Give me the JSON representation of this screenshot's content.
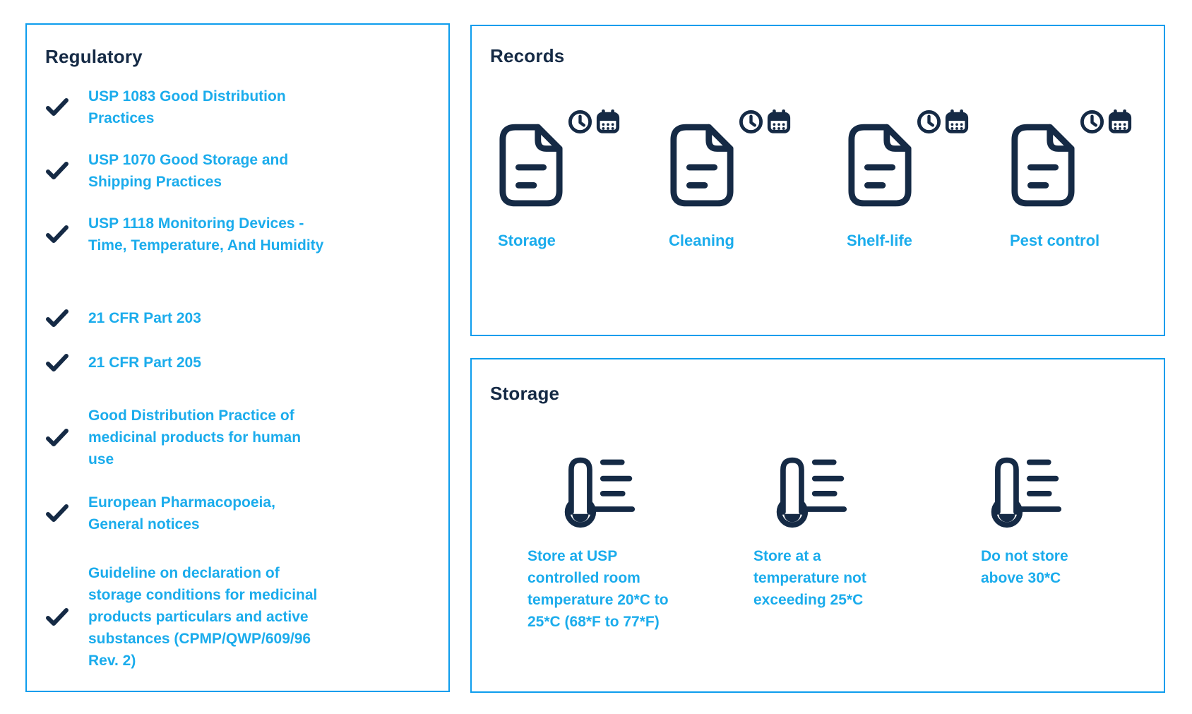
{
  "colors": {
    "accent_text": "#1BACEC",
    "navy": "#152A45",
    "panel_border": "#0D9DED",
    "background": "#FFFFFF"
  },
  "icons": {
    "checkmark-icon": "✓",
    "document-icon": "🗎",
    "clock-icon": "🕓",
    "calendar-icon": "🗓",
    "thermometer-icon": "🌡"
  },
  "regulatory": {
    "title": "Regulatory",
    "items": [
      {
        "text": "USP 1083 Good Distribution\nPractices"
      },
      {
        "text": "USP 1070 Good Storage and\nShipping Practices"
      },
      {
        "text": "USP 1118 Monitoring Devices -\nTime, Temperature, And Humidity"
      },
      {
        "text": "21 CFR Part 203"
      },
      {
        "text": "21 CFR Part 205"
      },
      {
        "text": "Good Distribution Practice of\nmedicinal products for human\nuse"
      },
      {
        "text": "European Pharmacopoeia,\nGeneral notices"
      },
      {
        "text": "Guideline on declaration of\nstorage conditions for medicinal\nproducts particulars and active\nsubstances (CPMP/QWP/609/96\nRev. 2)"
      }
    ]
  },
  "records": {
    "title": "Records",
    "items": [
      {
        "label": "Storage"
      },
      {
        "label": "Cleaning"
      },
      {
        "label": "Shelf-life"
      },
      {
        "label": "Pest control"
      }
    ]
  },
  "storage": {
    "title": "Storage",
    "items": [
      {
        "text": "Store at USP\ncontrolled room\ntemperature 20*C to\n25*C (68*F to 77*F)"
      },
      {
        "text": "Store at a\ntemperature not\nexceeding 25*C"
      },
      {
        "text": "Do not store\nabove 30*C"
      }
    ]
  }
}
